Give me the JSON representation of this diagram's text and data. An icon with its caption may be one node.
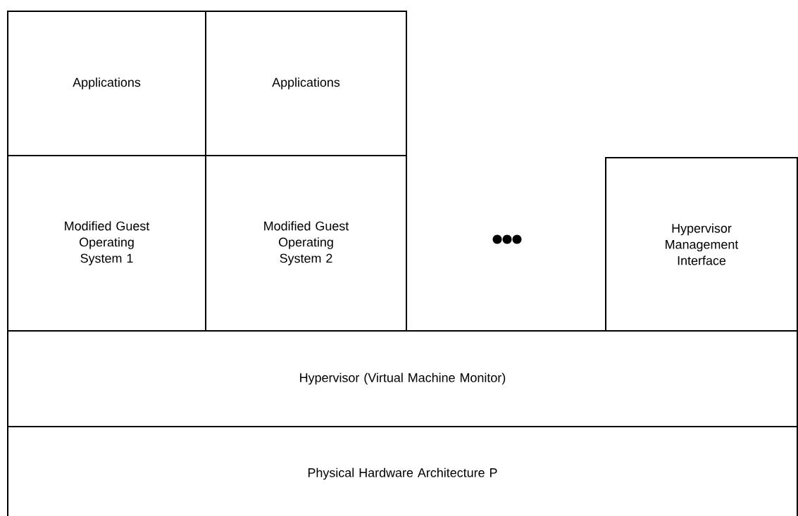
{
  "diagram": {
    "nodes": [
      {
        "text": [
          "Applications"
        ]
      },
      {
        "text": [
          "Applications"
        ]
      },
      {
        "text": [
          "Modified Guest Operating System 1"
        ]
      },
      {
        "text": [
          "Modified Guest Operating System 2"
        ]
      },
      {
        "text": [
          "Hypervisor Management Interface"
        ]
      },
      {
        "text": [
          "Hypervisor (Virtual Machine Monitor)"
        ]
      },
      {
        "text": [
          "Physical Hardware Architecture P"
        ]
      }
    ]
  }
}
